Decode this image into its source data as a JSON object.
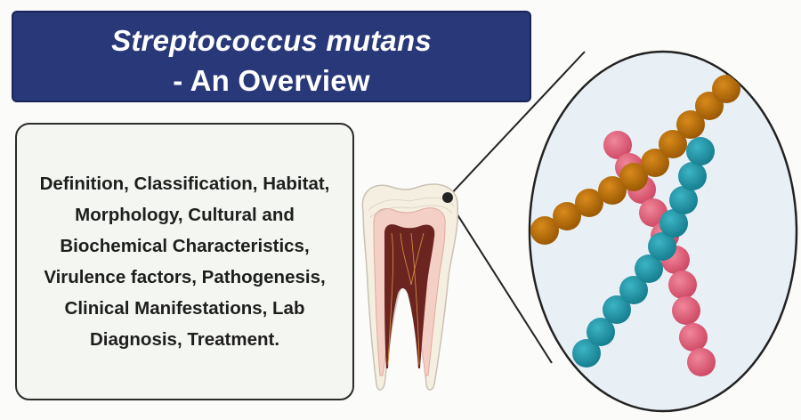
{
  "title": {
    "line1": "Streptococcus mutans",
    "line2": "- An Overview"
  },
  "topics": "Definition, Classification, Habitat, Morphology, Cultural and Biochemical Characteristics, Virulence factors, Pathogenesis, Clinical Manifestations, Lab Diagnosis, Treatment.",
  "colors": {
    "title_bg": "#283878",
    "chain_orange": "#b86e08",
    "chain_pink": "#e0607a",
    "chain_teal": "#1f98aa",
    "oval_bg": "#e8f0f6",
    "tooth_enamel": "#f5efe2",
    "tooth_dentin": "#f4cfc6",
    "tooth_pulp": "#6b2420"
  },
  "icons": [
    "tooth-icon",
    "magnifier-callout",
    "bacteria-chains"
  ]
}
